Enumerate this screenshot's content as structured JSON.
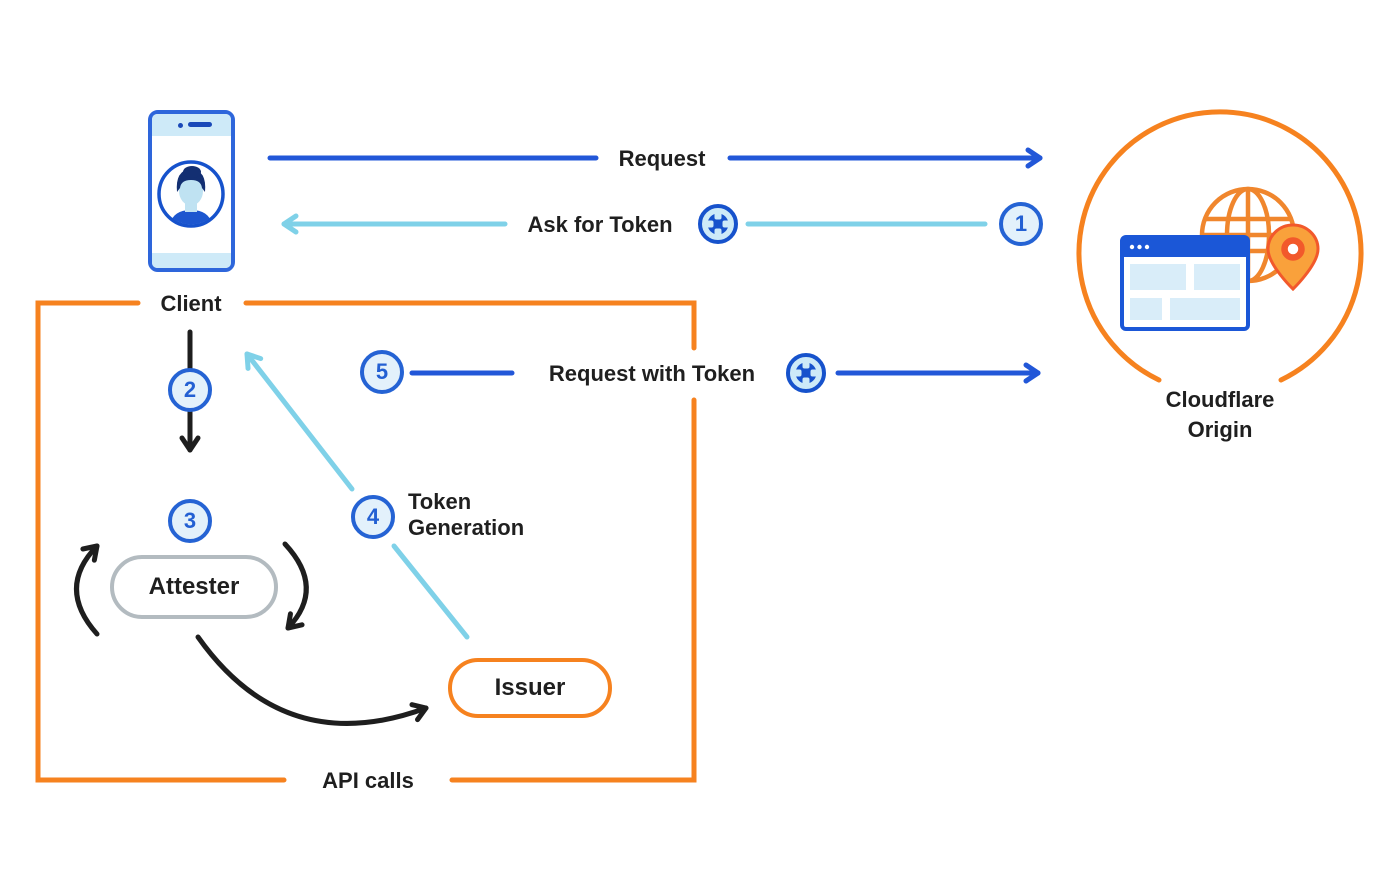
{
  "nodes": {
    "client": {
      "label": "Client"
    },
    "cloudflare_origin": {
      "label_lines": [
        "Cloudflare",
        "Origin"
      ]
    },
    "attester": {
      "label": "Attester"
    },
    "issuer": {
      "label": "Issuer"
    }
  },
  "flows": {
    "request": {
      "label": "Request"
    },
    "ask_for_token": {
      "label": "Ask for Token",
      "step": "1"
    },
    "client_to_attester": {
      "step": "2"
    },
    "attestation": {
      "step": "3"
    },
    "token_generation": {
      "label_lines": [
        "Token",
        "Generation"
      ],
      "step": "4"
    },
    "request_with_token": {
      "label": "Request with Token",
      "step": "5"
    }
  },
  "containers": {
    "api_calls_box": {
      "label": "API calls"
    }
  },
  "icons": {
    "client": "smartphone-user-icon",
    "token": "token-icon",
    "origin": [
      "globe-icon",
      "browser-window-icon",
      "location-pin-icon"
    ]
  },
  "colors": {
    "orange": "#F6821F",
    "arrow_blue": "#2257D8",
    "arrow_light_blue": "#7FD1E8",
    "badge_border_blue": "#2563D4",
    "badge_fill": "#E3F1FB",
    "token_dark_blue": "#1652CC",
    "token_light_blue": "#CDEAF8",
    "attester_gray": "#B3BBC0",
    "pin_red_orange": "#F2592B",
    "pin_amber": "#F9A13B",
    "text_black": "#1F1F1F"
  }
}
